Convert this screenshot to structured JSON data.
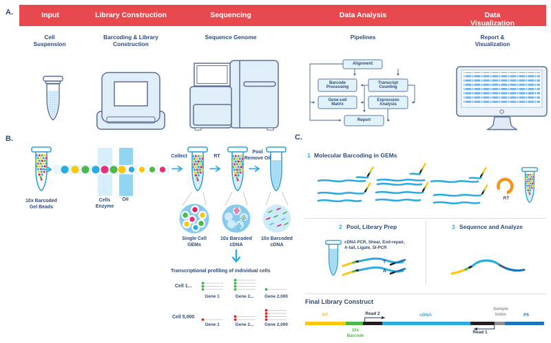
{
  "colors": {
    "banner_red": "#E8494F",
    "navy": "#2B4A7C",
    "light_blue": "#29ABE2",
    "icon_stroke": "#5A6E96",
    "icon_fill": "#DFEEF9",
    "bead_blue": "#29ABE2",
    "bead_yellow": "#FFC60B",
    "bead_green": "#4DB848",
    "bead_pink": "#EC2D7A",
    "dot_green": "#3AB54A",
    "dot_red": "#ED1C24",
    "orange_rt": "#F7941E",
    "bar_black": "#231F20",
    "bar_gray": "#8D9093",
    "bar_dark_blue": "#1B75BB"
  },
  "section_a": {
    "label": "A.",
    "banner_items": [
      "Input",
      "Library Construction",
      "Sequencing",
      "Data Analysis",
      "Data Visualization"
    ],
    "sublabels": [
      "Cell\nSuspension",
      "Barcoding & Library\nConstruction",
      "Sequence Genome",
      "Pipelines",
      "Report & Visualization"
    ],
    "flowchart": {
      "alignment": "Alignment",
      "barcode_processing": "Barcode\nProcessing",
      "transcript_counting": "Transcript\nCounting",
      "gene_cell_matrix": "Gene-cell\nMatrix",
      "expression_analysis": "Expression\nAnalysis",
      "report": "Report"
    }
  },
  "section_b": {
    "label": "B.",
    "gel_beads": "10x Barcoded\nGel Beads",
    "cells_enzyme": "Cells\nEnzyme",
    "oil": "Oil",
    "collect": "Collect",
    "rt": "RT",
    "pool_remove_oil": "Pool\nRemove Oil",
    "single_cell_gems": "Single Cell\nGEMs",
    "barcoded_cdna": "10x Barcoded\ncDNA",
    "profiling_title": "Transcriptional profiling of individual cells",
    "gene_labels": [
      "Gene 1",
      "Gene 2...",
      "Gene 2,000"
    ],
    "rows": [
      {
        "cell": "Cell 1...",
        "transcripts_per_gene": [
          3,
          4,
          1
        ],
        "dot_color": "#3AB54A"
      },
      {
        "cell": "Cell 5,000",
        "transcripts_per_gene": [
          1,
          2,
          4
        ],
        "dot_color": "#ED1C24"
      }
    ]
  },
  "section_c": {
    "label": "C.",
    "step1_num": "1",
    "step1_title": "Molecular Barcoding in GEMs",
    "rt": "RT",
    "step2_num": "2",
    "step2_title": "Pool, Library Prep",
    "prep_steps": "cDNA PCR, Shear, End-repair,\nA-tail, Ligate, SI-PCR",
    "base_t": "T",
    "base_a": "A",
    "step3_num": "3",
    "step3_title": "Sequence and Analyze",
    "final": {
      "title": "Final Library Construct",
      "p7": "P7",
      "read2": "Read 2",
      "cdna": "cDNA",
      "sample_index": "Sample\nIndex",
      "p5": "P5",
      "barcode": "10x\nBarcode",
      "read1": "Read 1"
    }
  }
}
